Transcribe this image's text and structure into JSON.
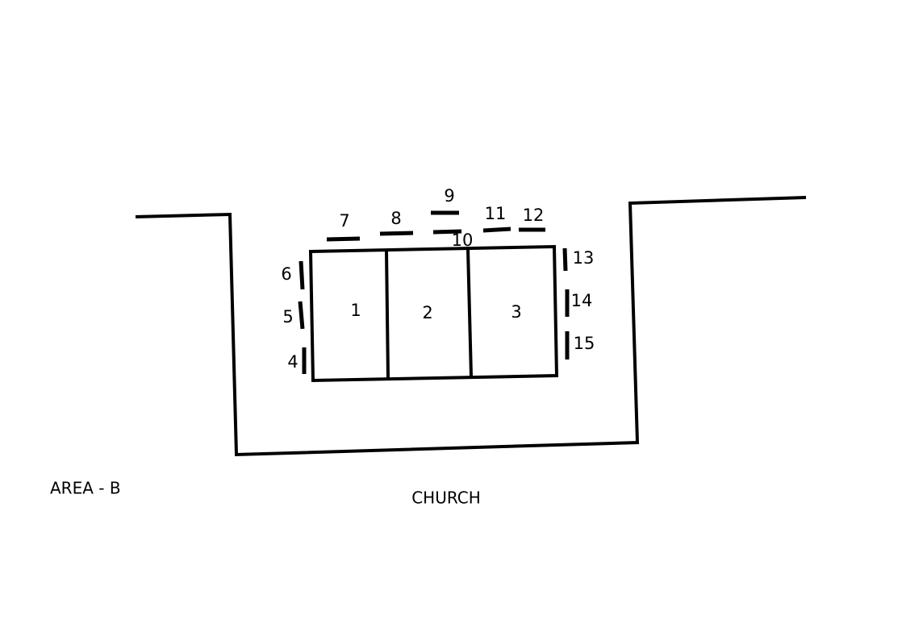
{
  "diagram": {
    "area_label": "AREA - B",
    "building_label": "CHURCH",
    "rooms": [
      "1",
      "2",
      "3"
    ],
    "markers": [
      "4",
      "5",
      "6",
      "7",
      "8",
      "9",
      "10",
      "11",
      "12",
      "13",
      "14",
      "15"
    ]
  },
  "colors": {
    "stroke": "#000000",
    "background": "#ffffff"
  }
}
